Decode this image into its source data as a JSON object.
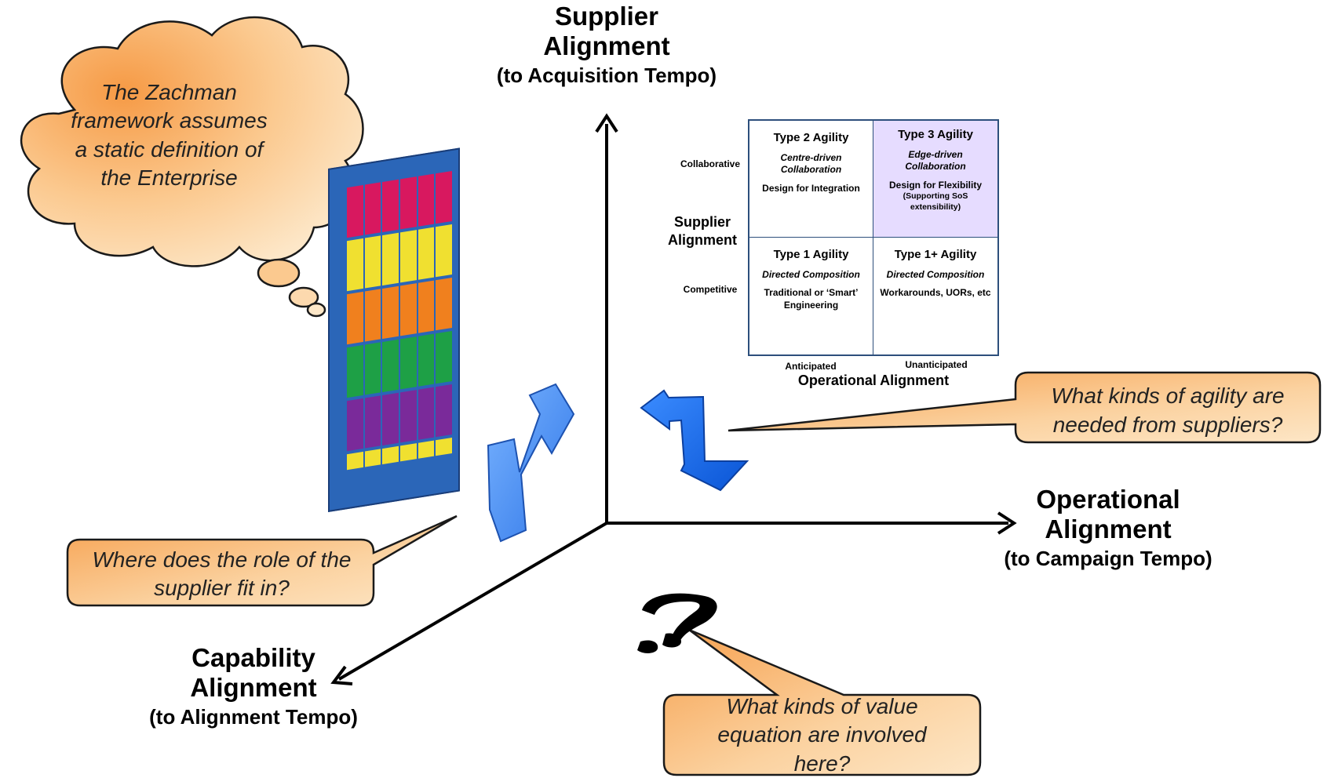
{
  "axes": {
    "supplier": {
      "title": "Supplier Alignment",
      "subtitle": "(to Acquisition Tempo)"
    },
    "operational": {
      "title": "Operational Alignment",
      "subtitle": "(to Campaign Tempo)"
    },
    "capability": {
      "title": "Capability Alignment",
      "subtitle": "(to Alignment Tempo)"
    }
  },
  "callouts": {
    "zachman": "The Zachman framework assumes a static definition of the Enterprise",
    "agility": "What kinds of agility are needed from suppliers?",
    "supplier_role": "Where does the role of the supplier fit in?",
    "value": "What kinds of value equation are involved here?"
  },
  "matrix": {
    "row_axis_label": "Supplier Alignment",
    "col_axis_label": "Operational Alignment",
    "row_labels": {
      "top": "Collaborative",
      "bottom": "Competitive"
    },
    "col_labels": {
      "left": "Anticipated",
      "right": "Unanticipated"
    },
    "cells": {
      "type2": {
        "title": "Type 2 Agility",
        "italic": "Centre-driven Collaboration",
        "desc": "Design for Integration"
      },
      "type3": {
        "title": "Type 3 Agility",
        "italic": "Edge-driven Collaboration",
        "desc": "Design for Flexibility",
        "note": "(Supporting SoS extensibility)"
      },
      "type1": {
        "title": "Type 1 Agility",
        "italic": "Directed Composition",
        "desc": "Traditional or ‘Smart’ Engineering"
      },
      "type1plus": {
        "title": "Type 1+ Agility",
        "italic": "Directed Composition",
        "desc": "Workarounds, UORs, etc"
      }
    },
    "highlight_color": "#e6dcff"
  },
  "colors": {
    "callout_fill": "#f7a85a",
    "arrow_blue": "#3f8cf0",
    "poster_rows": [
      "#d8185f",
      "#f0e030",
      "#f0801e",
      "#1ea046",
      "#7a2a9a"
    ]
  }
}
